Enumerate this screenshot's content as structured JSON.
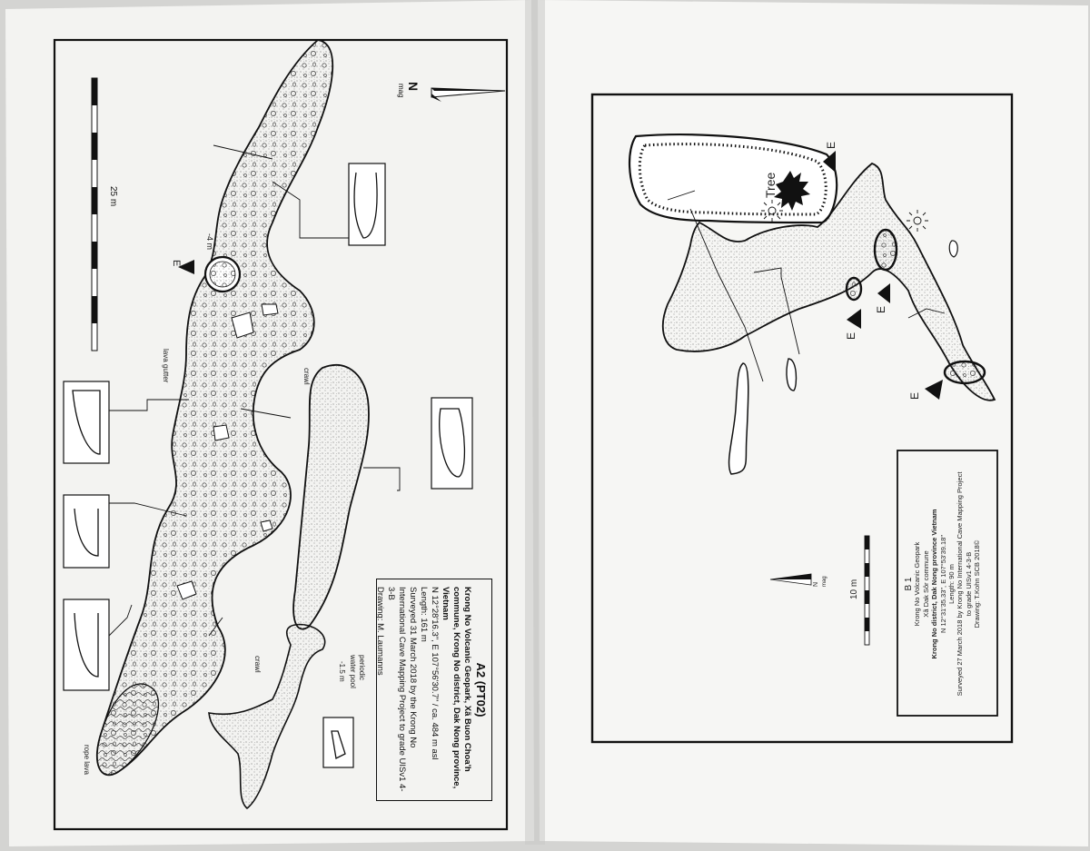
{
  "left_map": {
    "title": "A2 (PT02)",
    "location": "Krong No Volcanic Geopark, Xã Buon Choa'h commune, Krong No district, Dak Nong province, Vietnam",
    "coordinates": "N 12°28'16.3\", E 107°56'30.7\" / ca. 484 m asl",
    "length": "Length: 161 m",
    "surveyed": "Surveyed 31 March 2018 by the Krong No International Cave Mapping Project to grade UISv1 4-3-B",
    "drawing": "Drawing: M. Laumanns",
    "scale": "25 m",
    "north": "N",
    "north_sub": "mag",
    "labels": {
      "entrance": "E",
      "depth4": "-4 m",
      "depth15": "-1.5 m",
      "lava_gutter": "lava gutter",
      "crawl1": "crawl",
      "crawl2": "crawl",
      "periodic_pool": "periodic water pool",
      "rope_lava": "rope lava"
    }
  },
  "right_map": {
    "title": "B 1",
    "line1": "Krong No Volcanic Geopark",
    "line2": "Xã Dak Sôr commune",
    "line3": "Krong No district, Dak Nong province Vietnam",
    "coordinates": "N 12°31'35.33\", E 107°53'39.18\"",
    "length": "Length: 90 m",
    "surveyed": "Surveyed 27 March 2018 by Krong No International Cave Mapping Project",
    "grade": "to grade UISv1 4-3-B",
    "drawing": "Drawing: T.Kohn SCB 2018©",
    "scale": "10 m",
    "north": "N",
    "north_sub": "mag",
    "labels": {
      "tree": "Tree",
      "e1": "E",
      "e2": "E",
      "e3": "E",
      "e4": "E"
    }
  }
}
